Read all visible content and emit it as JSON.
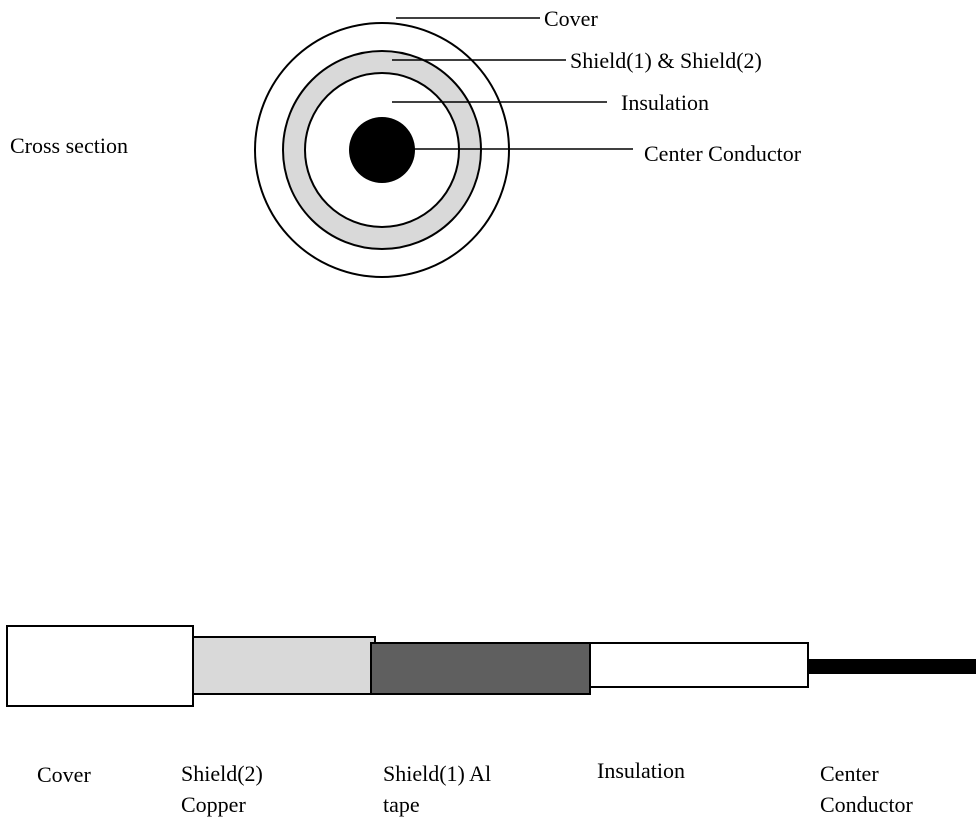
{
  "cross_section": {
    "title": "Cross section",
    "labels": {
      "cover": "Cover",
      "shield": "Shield(1) & Shield(2)",
      "insulation": "Insulation",
      "center_conductor": "Center Conductor"
    }
  },
  "side_view": {
    "labels": {
      "cover": "Cover",
      "shield2_line1": "Shield(2)",
      "shield2_line2": "Copper",
      "shield1_line1": "Shield(1) Al",
      "shield1_line2": "tape",
      "insulation": "Insulation",
      "center_line1": "Center",
      "center_line2": "Conductor"
    }
  },
  "colors": {
    "shield_light": "#d9d9d9",
    "shield_dark": "#5f5f5f",
    "conductor": "#000000",
    "outline": "#000000",
    "background": "#ffffff"
  }
}
